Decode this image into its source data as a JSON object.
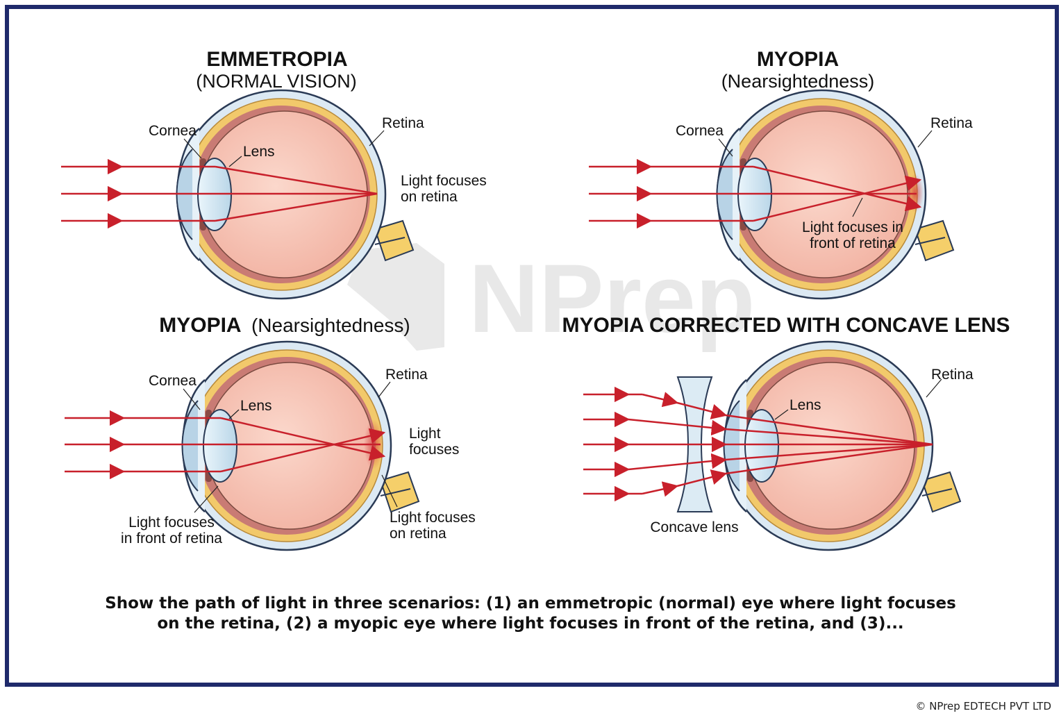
{
  "panels": {
    "emmetropia": {
      "title": "EMMETROPIA",
      "subtitle": "(NORMAL VISION)",
      "labels": {
        "cornea": "Cornea",
        "lens": "Lens",
        "retina": "Retina",
        "focus_line1": "Light focuses",
        "focus_line2": "on retina"
      }
    },
    "myopia_top": {
      "title": "MYOPIA",
      "subtitle": "(Nearsightedness)",
      "labels": {
        "cornea": "Cornea",
        "retina": "Retina",
        "focus_line1": "Light focuses in",
        "focus_line2": "front of retina"
      }
    },
    "myopia_bottom": {
      "title": "MYOPIA",
      "subtitle": "(Nearsightedness)",
      "labels": {
        "cornea": "Cornea",
        "lens": "Lens",
        "retina": "Retina",
        "light_line1": "Light",
        "light_line2": "focuses",
        "front_line1": "Light focuses",
        "front_line2": "in front of retina",
        "on_line1": "Light focuses",
        "on_line2": "on retina"
      }
    },
    "corrected": {
      "title": "MYOPIA CORRECTED WITH CONCAVE LENS",
      "labels": {
        "lens": "Lens",
        "retina": "Retina",
        "concave": "Concave lens"
      }
    }
  },
  "watermark": "NPrep",
  "caption": "Show the path of light in three scenarios: (1) an emmetropic (normal) eye where light focuses on the retina, (2) a myopic eye where light focuses in front of the retina, and (3)...",
  "copyright": "© NPrep EDTECH PVT LTD",
  "colors": {
    "frame": "#1f2a6b",
    "ray": "#c8202b",
    "sclera": "#dce9f3",
    "vitreous": "#f6c2b3",
    "retina": "#f2c96b",
    "nerve": "#f5cf6a",
    "lens": "#d7ebf6",
    "outline": "#2a3a55"
  }
}
